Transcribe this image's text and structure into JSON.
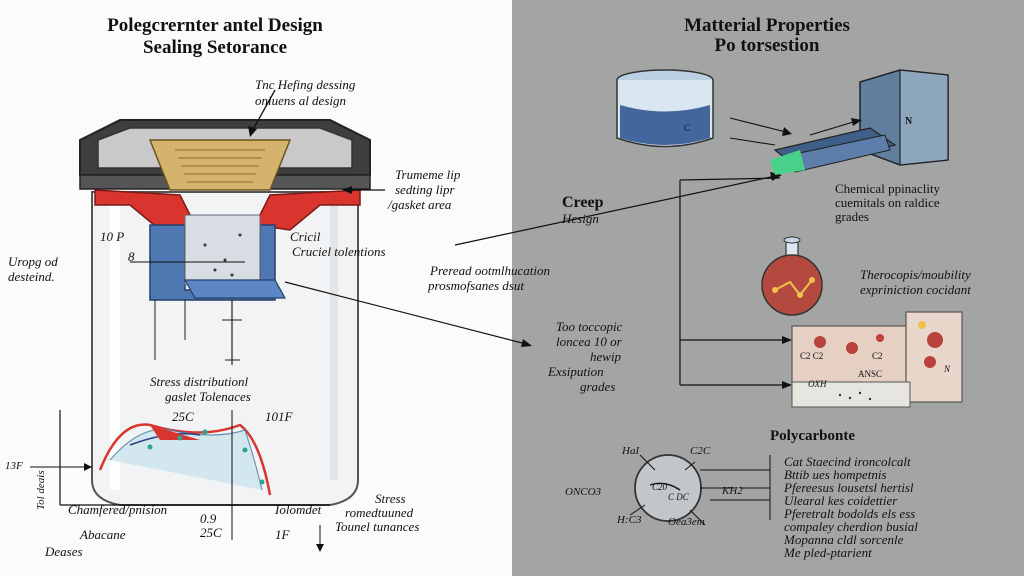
{
  "left_panel": {
    "title_line1": "Polegcrernter antel Design",
    "title_line2": "Sealing Setorance",
    "callout_top_1": "Tnc Hefing dessing",
    "callout_top_2": "onluens al design",
    "callout_lip_1": "Trumeme lip",
    "callout_lip_2": "sedting lipr",
    "callout_lip_3": "/gasket area",
    "label_10p": "10 P",
    "label_8": "8",
    "label_cricil": "Cricil",
    "label_cruciel": "Cruciel  tolentions",
    "label_uropg_1": "Uropg od",
    "label_uropg_2": "desteind.",
    "label_stress_1": "Stress distributionl",
    "label_stress_2": "gaslet Tolenaces",
    "label_25c": "25C",
    "label_101f": "101F",
    "label_axis_left": "Tol deais",
    "label_13f": "13F",
    "label_chamfered": "Chamfered/pnision",
    "label_09": "0.9",
    "label_25c_b": "25C",
    "label_iolomdet": "Iolomdet",
    "label_stress_b1": "Stress",
    "label_stress_b2": "romedtuuned",
    "label_stress_b3": "Tounel tunances",
    "label_abacane": "Abacane",
    "label_1f": "1F",
    "label_deases": "Deases"
  },
  "center_labels": {
    "preread_1": "Preread ootmlhucation",
    "preread_2": "prosmofsanes dsut",
    "too_1": "Too toccopic",
    "too_2": "loncea 10 or",
    "too_3": "hewip",
    "too_4": "Exsipution",
    "too_5": "grades"
  },
  "right_panel": {
    "title_line1": "Matterial Properties",
    "title_line2": "Po torsestion",
    "creep": "Creep",
    "hesign": "Hesign",
    "chem_1": "Chemical ppinaclity",
    "chem_2": "cuemitals on raldice",
    "chem_3": "grades",
    "thermo_1": "Therocopis/moubility",
    "thermo_2": "expriniction cocidant",
    "polycarbonate": "Polycarbonte",
    "cut_1": "Cat Staecind ironcolcalt",
    "cut_2": "Bttib ues hompetnis",
    "cut_3": "Pfereesus lousetsl hertisl",
    "cut_4": "Ulearal kes coidettier",
    "cut_5": "Pferetralt bodolds els ess",
    "cut_6": "compaley cherdion busial",
    "cut_7": "Mopanna cldl sorcenle",
    "cut_8": "Me pled-ptarient",
    "mol_hai": "HaI",
    "mol_c2c": "C2C",
    "mol_once": "ONCO3",
    "mol_kh": "KH2",
    "mol_hc": "H:C3",
    "mol_oca": "Oea3em",
    "mol_c20": "C20",
    "mol_cdc": "C DC",
    "box_c": "C",
    "box_n": "N",
    "tile_a": "C2 C2",
    "tile_b": "C2",
    "tile_c": "OXH",
    "tile_d": "ANSC",
    "tile_e": "N"
  },
  "colors": {
    "right_bg": "#a3a5a4",
    "gasket_red": "#d9352e",
    "lip_blue": "#4f78b3",
    "lid_dark": "#3e3e3e",
    "lid_inner": "#d4b46c"
  }
}
